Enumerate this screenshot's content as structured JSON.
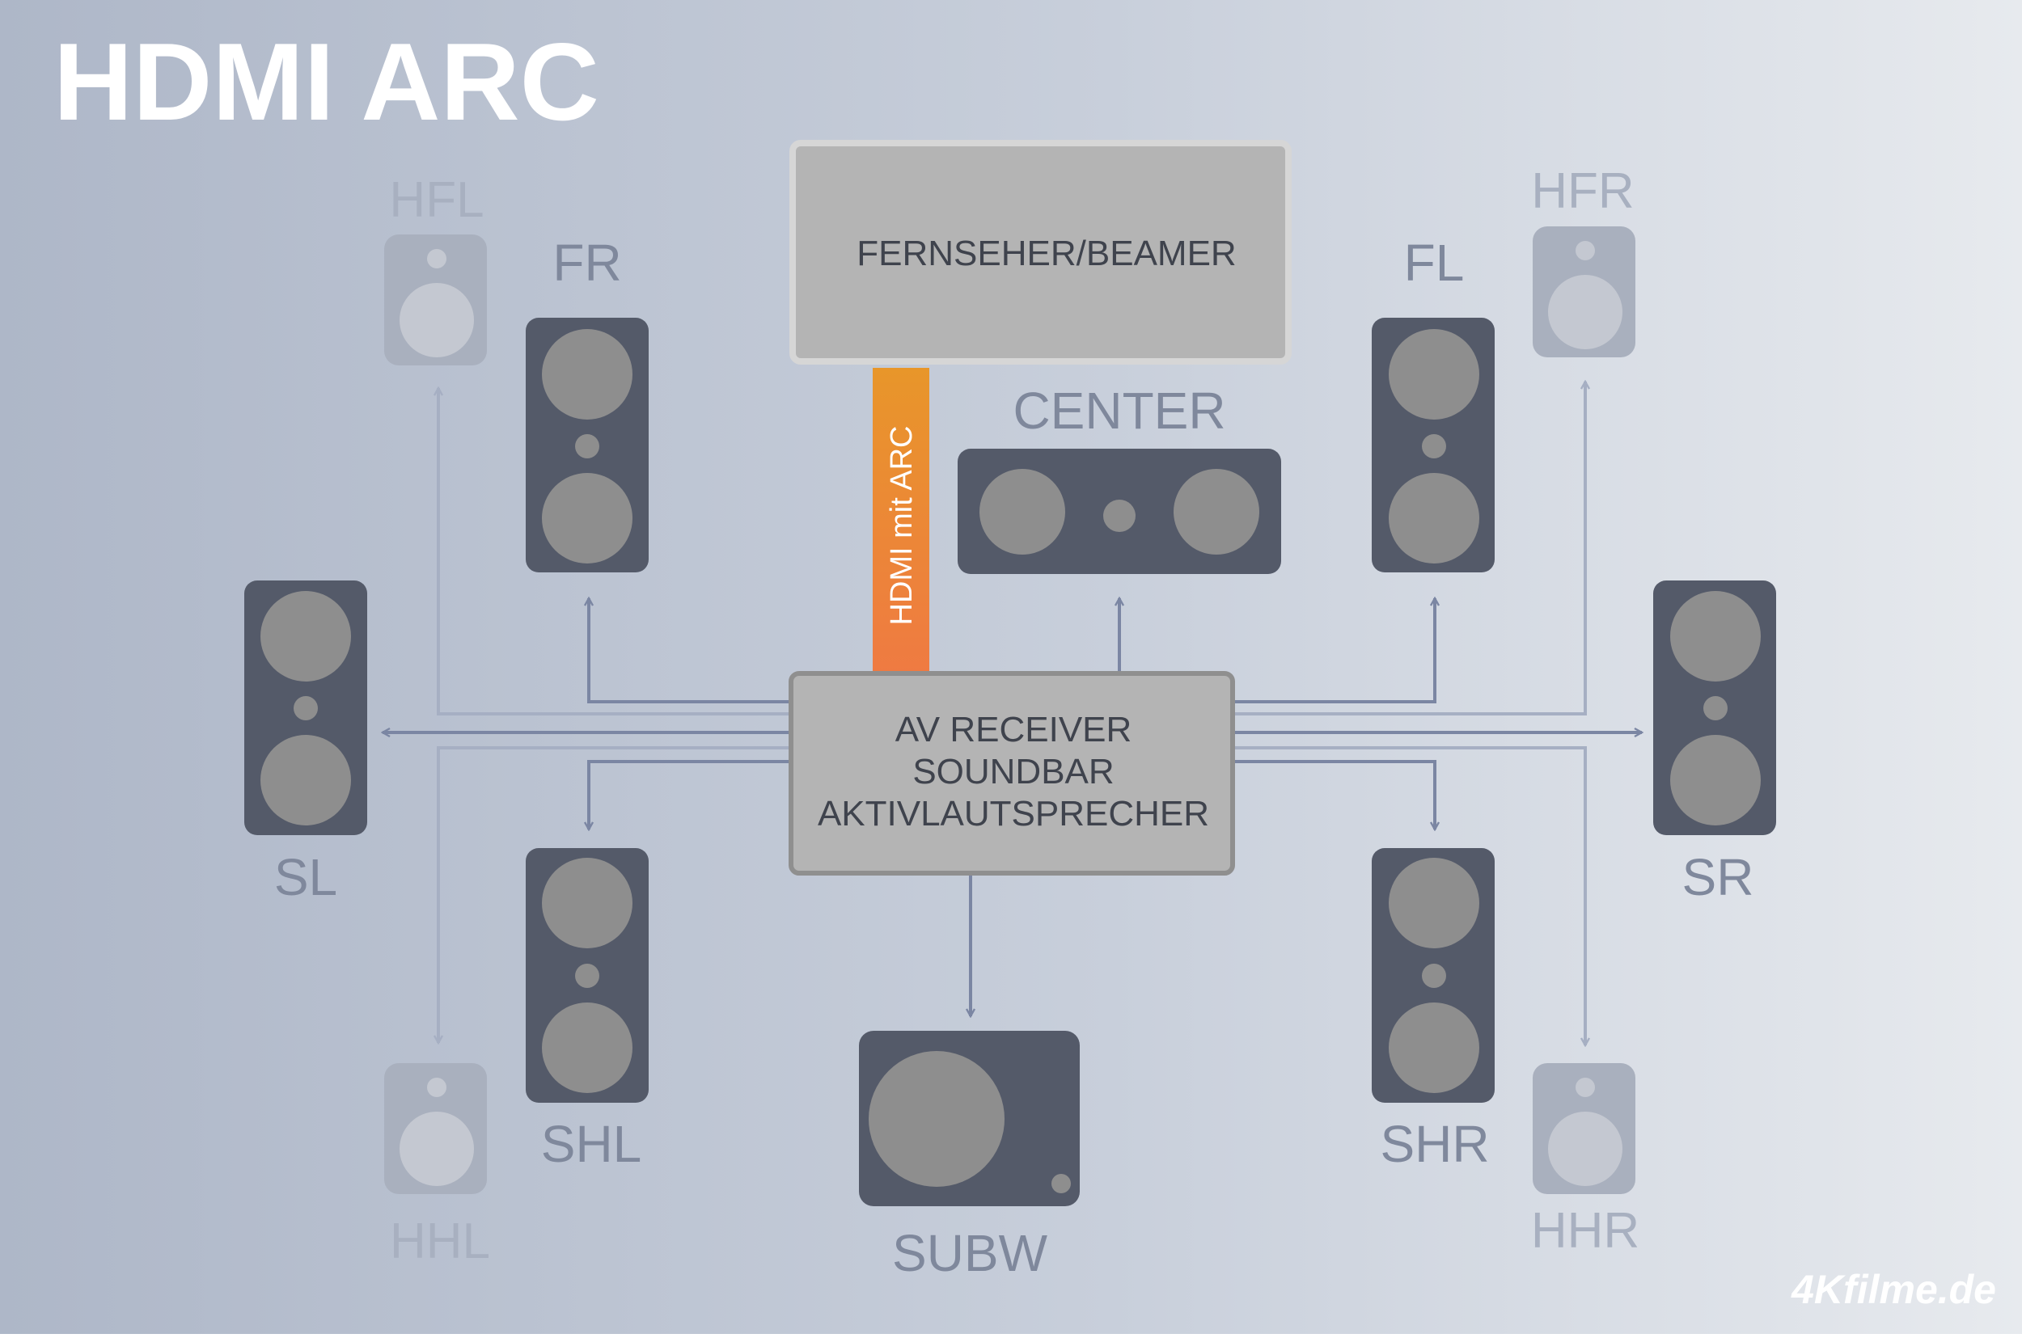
{
  "title": "HDMI ARC",
  "brand": {
    "prefix": "4K",
    "suffix": "filme.de"
  },
  "devices": {
    "tv": "FERNSEHER/BEAMER",
    "receiver_lines": [
      "AV RECEIVER",
      "SOUNDBAR",
      "AKTIVLAUTSPRECHER"
    ],
    "cable": "HDMI mit ARC"
  },
  "speakers": {
    "hfl": "HFL",
    "hfr": "HFR",
    "fr": "FR",
    "fl": "FL",
    "center": "CENTER",
    "sl": "SL",
    "sr": "SR",
    "shl": "SHL",
    "shr": "SHR",
    "subw": "SUBW",
    "hhl": "HHL",
    "hhr": "HHR"
  },
  "colors": {
    "speaker_dark": "#545a69",
    "driver": "#8e8e8e",
    "height_speaker": "#a9b0be",
    "height_driver": "#c4c8d1",
    "device_fill": "#b4b4b4",
    "device_border": "#8f8f8f",
    "label": "#7f889c",
    "label_faded": "#a8b0c0",
    "cable_top": "#e8962a",
    "cable_bottom": "#ef7a42",
    "arrow": "#7b86a3",
    "arrow_faded": "#a6afc3"
  }
}
